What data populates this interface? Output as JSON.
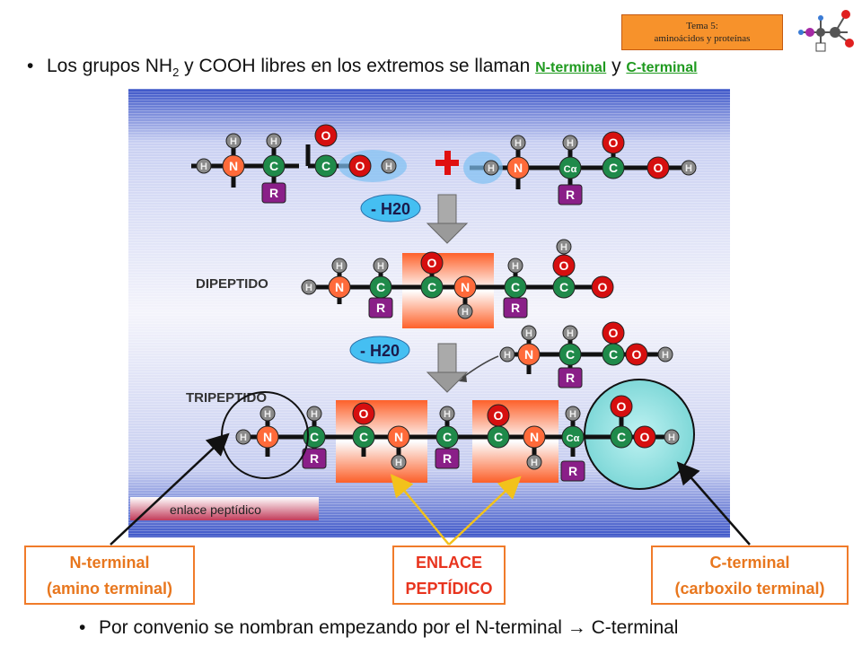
{
  "header": {
    "tema_line1": "Tema 5:",
    "tema_line2": "aminoácidos y proteínas"
  },
  "bullet1": {
    "text_a": "Los grupos NH",
    "sub": "2",
    "text_b": " y COOH libres en los extremos se llaman ",
    "link_n": "N-terminal",
    "joiner": " y ",
    "link_c": "C-terminal"
  },
  "diagram": {
    "dipeptido": "DIPEPTIDO",
    "tripeptido": "TRIPEPTIDO",
    "h20_1": "- H20",
    "h20_2": "- H20",
    "enlace": "enlace peptídico",
    "atoms": {
      "H": "H",
      "N": "N",
      "C": "C",
      "R": "R",
      "O": "O",
      "Ca": "Cα"
    }
  },
  "labels": {
    "n_title": "N-terminal",
    "n_sub": "(amino terminal)",
    "e_title": "ENLACE",
    "e_sub": "PEPTÍDICO",
    "c_title": "C-terminal",
    "c_sub": "(carboxilo terminal)"
  },
  "bullet2": {
    "text_a": "Por convenio se nombran empezando por el N-terminal ",
    "arrow": "→",
    "text_b": " C-terminal"
  },
  "colors": {
    "orange": "#f07b2a",
    "green_link": "#1f9a1f",
    "atom_N": "#ff6a3a",
    "atom_C": "#1f8a4a",
    "atom_O": "#d60f0f",
    "atom_R": "#8a1f88",
    "atom_H": "#8a8a8a"
  }
}
